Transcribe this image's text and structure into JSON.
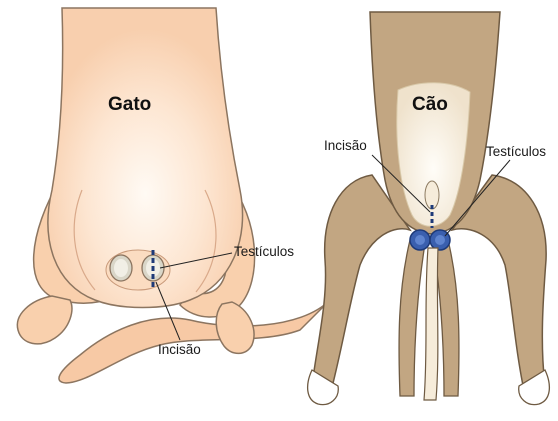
{
  "cat": {
    "title": "Gato",
    "testicles_label": "Testículos",
    "incision_label": "Incisão"
  },
  "dog": {
    "title": "Cão",
    "testicles_label": "Testículos",
    "incision_label": "Incisão"
  },
  "colors": {
    "cat_fur": "#f9d0ad",
    "cat_belly": "#fff8f1",
    "dog_fur": "#c2a682",
    "dog_shadow": "#9c8058",
    "dog_belly": "#fbf6ec",
    "outline": "#7a6a5a",
    "incision": "#1e3a78",
    "testicle_blue": "#3a5fae"
  }
}
